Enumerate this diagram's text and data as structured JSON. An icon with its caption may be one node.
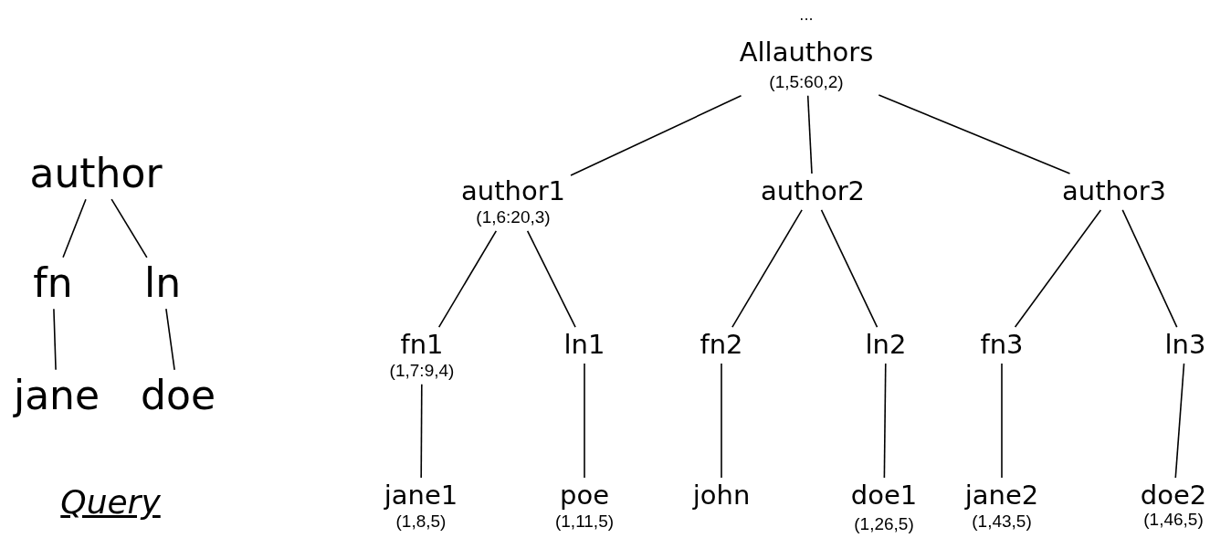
{
  "diagram": {
    "nodes": [
      {
        "text": [
          "author"
        ]
      },
      {
        "text": [
          "fn"
        ]
      },
      {
        "text": [
          "ln"
        ]
      },
      {
        "text": [
          "jane"
        ]
      },
      {
        "text": [
          "doe"
        ]
      },
      {
        "text": [
          "Allauthors"
        ],
        "beside": [
          "(1,5:60,2)"
        ]
      },
      {
        "text": [
          "author1"
        ],
        "beside": [
          "(1,6:20,3)"
        ]
      },
      {
        "text": [
          "author2"
        ]
      },
      {
        "text": [
          "author3"
        ]
      },
      {
        "text": [
          "fn1"
        ],
        "beside": [
          "(1,7:9,4)"
        ]
      },
      {
        "text": [
          "ln1"
        ]
      },
      {
        "text": [
          "fn2"
        ]
      },
      {
        "text": [
          "ln2"
        ]
      },
      {
        "text": [
          "fn3"
        ]
      },
      {
        "text": [
          "ln3"
        ]
      },
      {
        "text": [
          "jane1"
        ],
        "beside": [
          "(1,8,5)"
        ]
      },
      {
        "text": [
          "poe"
        ],
        "beside": [
          "(1,11,5)"
        ]
      },
      {
        "text": [
          "john"
        ]
      },
      {
        "text": [
          "doe1"
        ],
        "beside": [
          "(1,26,5)"
        ]
      },
      {
        "text": [
          "jane2"
        ],
        "beside": [
          "(1,43,5)"
        ]
      },
      {
        "text": [
          "doe2"
        ],
        "beside": [
          "(1,46,5)"
        ]
      }
    ],
    "edges": [
      {
        "from": 0,
        "to": 1,
        "arrow": "none"
      },
      {
        "from": 0,
        "to": 2,
        "arrow": "none"
      },
      {
        "from": 1,
        "to": 3,
        "arrow": "none"
      },
      {
        "from": 2,
        "to": 4,
        "arrow": "none"
      },
      {
        "from": 5,
        "to": 6,
        "arrow": "none"
      },
      {
        "from": 5,
        "to": 7,
        "arrow": "none"
      },
      {
        "from": 5,
        "to": 8,
        "arrow": "none"
      },
      {
        "from": 6,
        "to": 9,
        "arrow": "none"
      },
      {
        "from": 6,
        "to": 10,
        "arrow": "none"
      },
      {
        "from": 7,
        "to": 11,
        "arrow": "none"
      },
      {
        "from": 7,
        "to": 12,
        "arrow": "none"
      },
      {
        "from": 8,
        "to": 13,
        "arrow": "none"
      },
      {
        "from": 8,
        "to": 14,
        "arrow": "none"
      },
      {
        "from": 9,
        "to": 15,
        "arrow": "none"
      },
      {
        "from": 10,
        "to": 16,
        "arrow": "none"
      },
      {
        "from": 11,
        "to": 17,
        "arrow": "none"
      },
      {
        "from": 12,
        "to": 18,
        "arrow": "none"
      },
      {
        "from": 13,
        "to": 19,
        "arrow": "none"
      },
      {
        "from": 14,
        "to": 20,
        "arrow": "none"
      }
    ],
    "labels": [
      "...",
      "Query"
    ]
  }
}
